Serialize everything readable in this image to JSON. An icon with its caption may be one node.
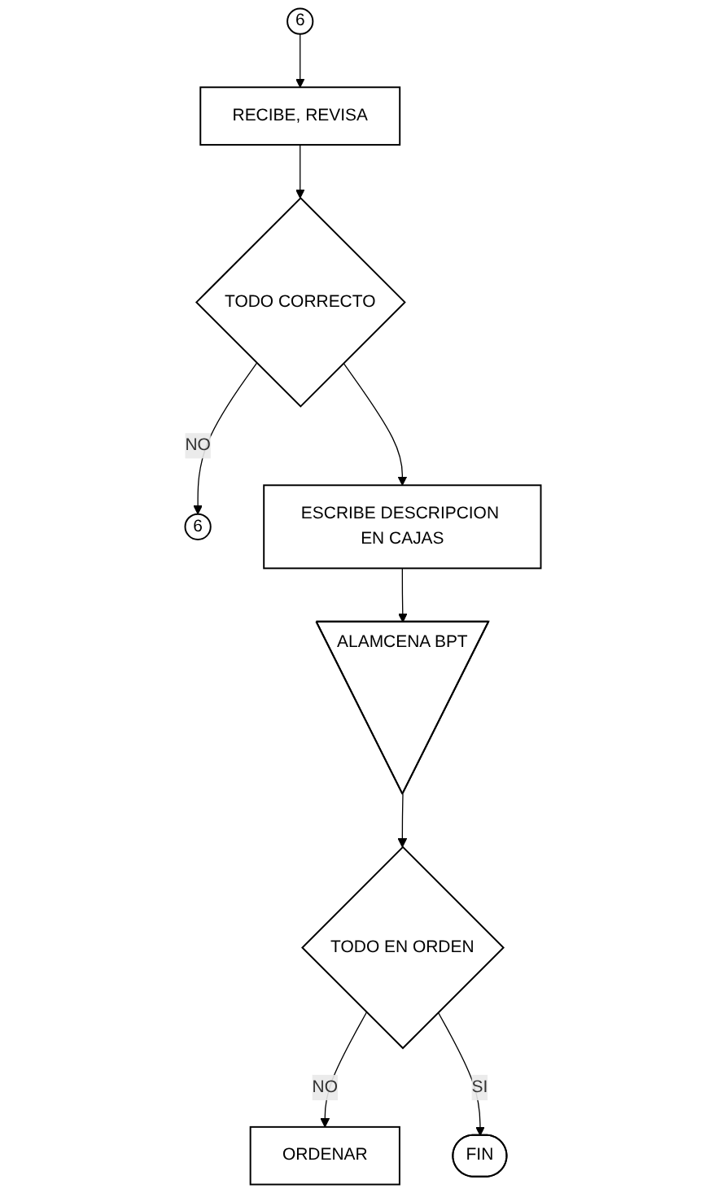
{
  "diagram": {
    "nodes": [
      {
        "text": [
          "6"
        ]
      },
      {
        "text": [
          "RECIBE, REVISA"
        ]
      },
      {
        "text": [
          "TODO CORRECTO"
        ]
      },
      {
        "text": [
          "6"
        ]
      },
      {
        "text": [
          "ESCRIBE DESCRIPCION EN CAJAS"
        ]
      },
      {
        "text": [
          "ALAMCENA BPT"
        ]
      },
      {
        "text": [
          "TODO EN ORDEN"
        ]
      },
      {
        "text": [
          "ORDENAR"
        ]
      },
      {
        "text": [
          "FIN"
        ]
      }
    ],
    "edges": [
      {
        "from": 0,
        "to": 1,
        "arrow": "to"
      },
      {
        "from": 1,
        "to": 2,
        "arrow": "to"
      },
      {
        "from": 2,
        "to": 3,
        "arrow": "to",
        "label": "NO"
      },
      {
        "from": 2,
        "to": 4,
        "arrow": "to"
      },
      {
        "from": 4,
        "to": 5,
        "arrow": "to"
      },
      {
        "from": 5,
        "to": 6,
        "arrow": "to"
      },
      {
        "from": 6,
        "to": 7,
        "arrow": "to",
        "label": "NO"
      },
      {
        "from": 6,
        "to": 8,
        "arrow": "to",
        "label": "SI"
      }
    ]
  }
}
